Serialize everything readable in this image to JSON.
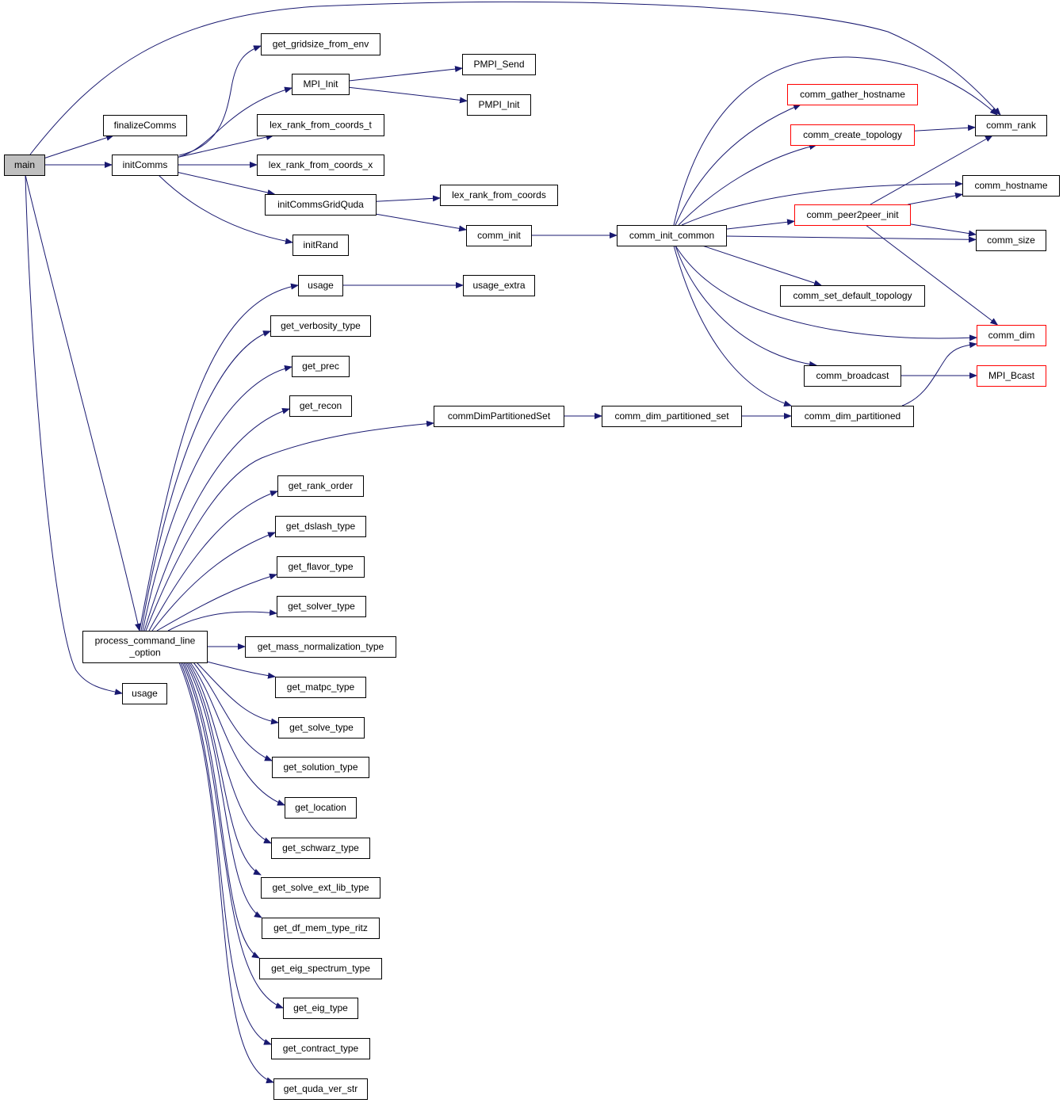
{
  "graph": {
    "colors": {
      "edge": "#191970",
      "node_border": "#000000",
      "node_border_truncated": "#ff0000",
      "root_fill": "#bfbfbf",
      "node_fill": "#ffffff"
    },
    "nodes": [
      {
        "id": "main",
        "lines": [
          "main"
        ],
        "root": true
      },
      {
        "id": "finalizeComms",
        "lines": [
          "finalizeComms"
        ]
      },
      {
        "id": "initComms",
        "lines": [
          "initComms"
        ]
      },
      {
        "id": "process_command_line_option",
        "lines": [
          "process_command_line",
          "_option"
        ]
      },
      {
        "id": "usage_main",
        "lines": [
          "usage"
        ]
      },
      {
        "id": "get_gridsize_from_env",
        "lines": [
          "get_gridsize_from_env"
        ]
      },
      {
        "id": "MPI_Init",
        "lines": [
          "MPI_Init"
        ]
      },
      {
        "id": "lex_rank_from_coords_t",
        "lines": [
          "lex_rank_from_coords_t"
        ]
      },
      {
        "id": "lex_rank_from_coords_x",
        "lines": [
          "lex_rank_from_coords_x"
        ]
      },
      {
        "id": "initCommsGridQuda",
        "lines": [
          "initCommsGridQuda"
        ]
      },
      {
        "id": "initRand",
        "lines": [
          "initRand"
        ]
      },
      {
        "id": "PMPI_Send",
        "lines": [
          "PMPI_Send"
        ]
      },
      {
        "id": "PMPI_Init",
        "lines": [
          "PMPI_Init"
        ]
      },
      {
        "id": "lex_rank_from_coords",
        "lines": [
          "lex_rank_from_coords"
        ]
      },
      {
        "id": "comm_init",
        "lines": [
          "comm_init"
        ]
      },
      {
        "id": "comm_init_common",
        "lines": [
          "comm_init_common"
        ]
      },
      {
        "id": "comm_gather_hostname",
        "lines": [
          "comm_gather_hostname"
        ],
        "truncated": true
      },
      {
        "id": "comm_create_topology",
        "lines": [
          "comm_create_topology"
        ],
        "truncated": true
      },
      {
        "id": "comm_peer2peer_init",
        "lines": [
          "comm_peer2peer_init"
        ],
        "truncated": true
      },
      {
        "id": "comm_set_default_topology",
        "lines": [
          "comm_set_default_topology"
        ]
      },
      {
        "id": "comm_broadcast",
        "lines": [
          "comm_broadcast"
        ]
      },
      {
        "id": "comm_dim_partitioned",
        "lines": [
          "comm_dim_partitioned"
        ]
      },
      {
        "id": "comm_rank",
        "lines": [
          "comm_rank"
        ]
      },
      {
        "id": "comm_hostname",
        "lines": [
          "comm_hostname"
        ]
      },
      {
        "id": "comm_size",
        "lines": [
          "comm_size"
        ]
      },
      {
        "id": "comm_dim",
        "lines": [
          "comm_dim"
        ],
        "truncated": true
      },
      {
        "id": "MPI_Bcast",
        "lines": [
          "MPI_Bcast"
        ],
        "truncated": true
      },
      {
        "id": "usage_pclo",
        "lines": [
          "usage"
        ]
      },
      {
        "id": "usage_extra",
        "lines": [
          "usage_extra"
        ]
      },
      {
        "id": "get_verbosity_type",
        "lines": [
          "get_verbosity_type"
        ]
      },
      {
        "id": "get_prec",
        "lines": [
          "get_prec"
        ]
      },
      {
        "id": "get_recon",
        "lines": [
          "get_recon"
        ]
      },
      {
        "id": "commDimPartitionedSet",
        "lines": [
          "commDimPartitionedSet"
        ]
      },
      {
        "id": "comm_dim_partitioned_set",
        "lines": [
          "comm_dim_partitioned_set"
        ]
      },
      {
        "id": "get_rank_order",
        "lines": [
          "get_rank_order"
        ]
      },
      {
        "id": "get_dslash_type",
        "lines": [
          "get_dslash_type"
        ]
      },
      {
        "id": "get_flavor_type",
        "lines": [
          "get_flavor_type"
        ]
      },
      {
        "id": "get_solver_type",
        "lines": [
          "get_solver_type"
        ]
      },
      {
        "id": "get_mass_normalization_type",
        "lines": [
          "get_mass_normalization_type"
        ]
      },
      {
        "id": "get_matpc_type",
        "lines": [
          "get_matpc_type"
        ]
      },
      {
        "id": "get_solve_type",
        "lines": [
          "get_solve_type"
        ]
      },
      {
        "id": "get_solution_type",
        "lines": [
          "get_solution_type"
        ]
      },
      {
        "id": "get_location",
        "lines": [
          "get_location"
        ]
      },
      {
        "id": "get_schwarz_type",
        "lines": [
          "get_schwarz_type"
        ]
      },
      {
        "id": "get_solve_ext_lib_type",
        "lines": [
          "get_solve_ext_lib_type"
        ]
      },
      {
        "id": "get_df_mem_type_ritz",
        "lines": [
          "get_df_mem_type_ritz"
        ]
      },
      {
        "id": "get_eig_spectrum_type",
        "lines": [
          "get_eig_spectrum_type"
        ]
      },
      {
        "id": "get_eig_type",
        "lines": [
          "get_eig_type"
        ]
      },
      {
        "id": "get_contract_type",
        "lines": [
          "get_contract_type"
        ]
      },
      {
        "id": "get_quda_ver_str",
        "lines": [
          "get_quda_ver_str"
        ]
      }
    ],
    "edges": [
      [
        "main",
        "comm_rank"
      ],
      [
        "main",
        "finalizeComms"
      ],
      [
        "main",
        "initComms"
      ],
      [
        "main",
        "process_command_line_option"
      ],
      [
        "main",
        "usage_main"
      ],
      [
        "initComms",
        "get_gridsize_from_env"
      ],
      [
        "initComms",
        "MPI_Init"
      ],
      [
        "initComms",
        "lex_rank_from_coords_t"
      ],
      [
        "initComms",
        "lex_rank_from_coords_x"
      ],
      [
        "initComms",
        "initCommsGridQuda"
      ],
      [
        "initComms",
        "initRand"
      ],
      [
        "MPI_Init",
        "PMPI_Send"
      ],
      [
        "MPI_Init",
        "PMPI_Init"
      ],
      [
        "initCommsGridQuda",
        "lex_rank_from_coords"
      ],
      [
        "initCommsGridQuda",
        "comm_init"
      ],
      [
        "comm_init",
        "comm_init_common"
      ],
      [
        "comm_init_common",
        "comm_gather_hostname"
      ],
      [
        "comm_init_common",
        "comm_rank"
      ],
      [
        "comm_init_common",
        "comm_create_topology"
      ],
      [
        "comm_init_common",
        "comm_hostname"
      ],
      [
        "comm_init_common",
        "comm_peer2peer_init"
      ],
      [
        "comm_init_common",
        "comm_size"
      ],
      [
        "comm_init_common",
        "comm_set_default_topology"
      ],
      [
        "comm_init_common",
        "comm_dim"
      ],
      [
        "comm_init_common",
        "comm_broadcast"
      ],
      [
        "comm_init_common",
        "comm_dim_partitioned"
      ],
      [
        "comm_create_topology",
        "comm_rank"
      ],
      [
        "comm_peer2peer_init",
        "comm_rank"
      ],
      [
        "comm_peer2peer_init",
        "comm_hostname"
      ],
      [
        "comm_peer2peer_init",
        "comm_size"
      ],
      [
        "comm_peer2peer_init",
        "comm_dim"
      ],
      [
        "comm_broadcast",
        "MPI_Bcast"
      ],
      [
        "comm_dim_partitioned",
        "comm_dim"
      ],
      [
        "process_command_line_option",
        "usage_pclo"
      ],
      [
        "process_command_line_option",
        "get_verbosity_type"
      ],
      [
        "process_command_line_option",
        "get_prec"
      ],
      [
        "process_command_line_option",
        "get_recon"
      ],
      [
        "process_command_line_option",
        "commDimPartitionedSet"
      ],
      [
        "process_command_line_option",
        "get_rank_order"
      ],
      [
        "process_command_line_option",
        "get_dslash_type"
      ],
      [
        "process_command_line_option",
        "get_flavor_type"
      ],
      [
        "process_command_line_option",
        "get_solver_type"
      ],
      [
        "process_command_line_option",
        "get_mass_normalization_type"
      ],
      [
        "process_command_line_option",
        "get_matpc_type"
      ],
      [
        "process_command_line_option",
        "get_solve_type"
      ],
      [
        "process_command_line_option",
        "get_solution_type"
      ],
      [
        "process_command_line_option",
        "get_location"
      ],
      [
        "process_command_line_option",
        "get_schwarz_type"
      ],
      [
        "process_command_line_option",
        "get_solve_ext_lib_type"
      ],
      [
        "process_command_line_option",
        "get_df_mem_type_ritz"
      ],
      [
        "process_command_line_option",
        "get_eig_spectrum_type"
      ],
      [
        "process_command_line_option",
        "get_eig_type"
      ],
      [
        "process_command_line_option",
        "get_contract_type"
      ],
      [
        "process_command_line_option",
        "get_quda_ver_str"
      ],
      [
        "usage_pclo",
        "usage_extra"
      ],
      [
        "commDimPartitionedSet",
        "comm_dim_partitioned_set"
      ],
      [
        "comm_dim_partitioned_set",
        "comm_dim_partitioned"
      ]
    ]
  }
}
